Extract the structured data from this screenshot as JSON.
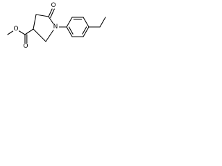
{
  "atoms": {
    "ring_n": "N",
    "lactam_o": "O",
    "ester_carbonyl_o": "O",
    "ester_ether_o": "O"
  },
  "colors": {
    "bond": "#000000",
    "background": "#ffffff"
  }
}
